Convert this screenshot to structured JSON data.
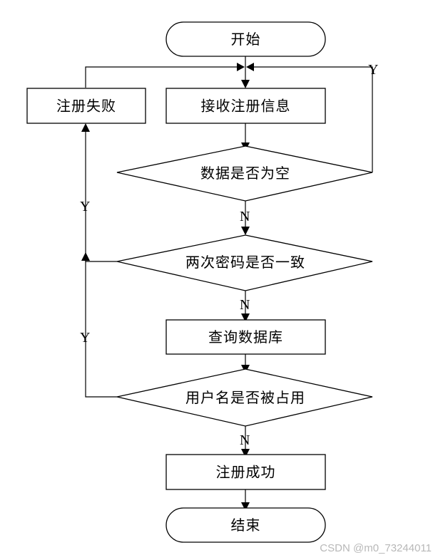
{
  "nodes": {
    "start": "开始",
    "register_fail": "注册失败",
    "receive_info": "接收注册信息",
    "data_empty": "数据是否为空",
    "password_match": "两次密码是否一致",
    "query_db": "查询数据库",
    "username_taken": "用户名是否被占用",
    "register_success": "注册成功",
    "end": "结束"
  },
  "edge_labels": {
    "empty_yes": "Y",
    "empty_no": "N",
    "password_yes": "Y",
    "password_no": "N",
    "taken_yes": "Y",
    "taken_no": "N"
  },
  "watermark": "CSDN @m0_73244011"
}
